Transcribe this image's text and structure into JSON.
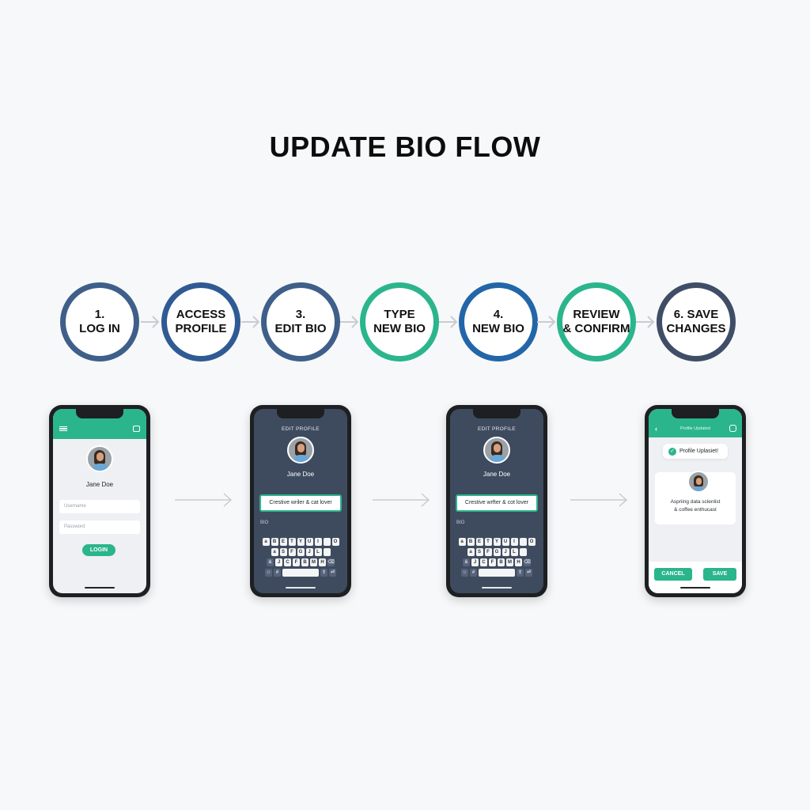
{
  "title": "UPDATE BIO FLOW",
  "colors": {
    "navy": "#3f5f8a",
    "blue": "#2b66a8",
    "green": "#2bb58c",
    "dark": "#3f4d66",
    "arrow": "#c9ccd0"
  },
  "steps": [
    {
      "line1": "1.",
      "line2": "LOG IN",
      "ring": "#44618d"
    },
    {
      "line1": "ACCESS",
      "line2": "PROFILE",
      "ring": "#2f5a94"
    },
    {
      "line1": "3.",
      "line2": "EDIT BIO",
      "ring": "#44618d"
    },
    {
      "line1": "TYPE",
      "line2": "NEW BIO",
      "ring": "#2bb58c"
    },
    {
      "line1": "4.",
      "line2": "NEW BIO",
      "ring": "#2266a8"
    },
    {
      "line1": "REVIEW",
      "line2": "& CONFIRM",
      "ring": "#2bb58c"
    },
    {
      "line1": "6. SAVE",
      "line2": "CHANGES",
      "ring": "#3f4d66"
    }
  ],
  "phones": {
    "login": {
      "menu_icon": "hamburger-icon",
      "right_icon": "briefcase-icon",
      "name": "Jane Doe",
      "username_placeholder": "Username",
      "password_placeholder": "Password",
      "login_button": "LOGIN"
    },
    "edit1": {
      "header": "EDIT PROFILE",
      "name": "Jane Doe",
      "bio_value": "Crestive wriler & cat lover",
      "bio_label": "BIO"
    },
    "edit2": {
      "header": "EDIT PROFILE",
      "name": "Jane Doe",
      "bio_value": "Crestive wrfter & cot lover",
      "bio_label": "BIO"
    },
    "confirm": {
      "header": "Profile Updated",
      "toast": "Profile Uplasiet!",
      "bio_line1": "Aspriing data sclenlist",
      "bio_line2": "& coffee enthucast",
      "cancel_button": "CANCEL",
      "save_button": "SAVE"
    }
  },
  "keyboard": {
    "row1": [
      "a",
      "B",
      "E",
      "T",
      "Y",
      "U",
      "I",
      "",
      "O"
    ],
    "row2": [
      "a",
      "S",
      "F",
      "G",
      "J",
      "L",
      ""
    ],
    "row3": [
      "&",
      "J",
      "C",
      "F",
      "B",
      "M",
      "H",
      "⌫"
    ],
    "row4": [
      "☺",
      "#",
      "",
      "⇧",
      "⏎"
    ]
  }
}
